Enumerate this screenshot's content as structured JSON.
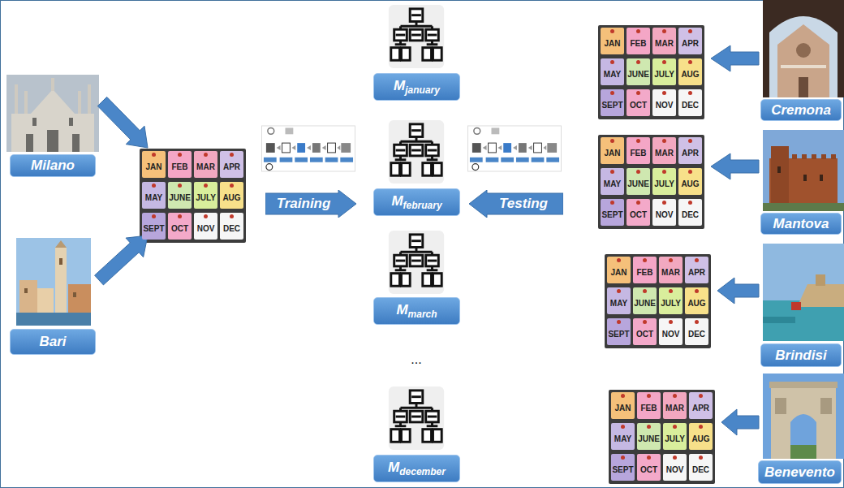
{
  "diagram": {
    "nodes": [
      {
        "text": [
          "Milano"
        ]
      },
      {
        "text": [
          "Bari"
        ]
      },
      {
        "text": [
          "Training"
        ]
      },
      {
        "text": [
          "M",
          "january"
        ]
      },
      {
        "text": [
          "M",
          "february"
        ]
      },
      {
        "text": [
          "M",
          "march"
        ]
      },
      {
        "text": [
          "M",
          "december"
        ]
      },
      {
        "text": [
          "Testing"
        ]
      },
      {
        "text": [
          "Cremona"
        ]
      },
      {
        "text": [
          "Mantova"
        ]
      },
      {
        "text": [
          "Brindisi"
        ]
      },
      {
        "text": [
          "Benevento"
        ]
      }
    ],
    "labels": [
      "JAN",
      "FEB",
      "MAR",
      "APR",
      "MAY",
      "JUNE",
      "JULY",
      "AUG",
      "SEPT",
      "OCT",
      "NOV",
      "DEC",
      "JAN",
      "FEB",
      "MAR",
      "APR",
      "MAY",
      "JUNE",
      "JULY",
      "AUG",
      "SEPT",
      "OCT",
      "NOV",
      "DEC",
      "JAN",
      "FEB",
      "MAR",
      "APR",
      "MAY",
      "JUNE",
      "JULY",
      "AUG",
      "SEPT",
      "OCT",
      "NOV",
      "DEC",
      "JAN",
      "FEB",
      "MAR",
      "APR",
      "MAY",
      "JUNE",
      "JULY",
      "AUG",
      "SEPT",
      "OCT",
      "NOV",
      "DEC",
      "JAN",
      "FEB",
      "MAR",
      "APR",
      "MAY",
      "JUNE",
      "JULY",
      "AUG",
      "SEPT",
      "OCT",
      "NOV",
      "DEC",
      "..."
    ]
  }
}
